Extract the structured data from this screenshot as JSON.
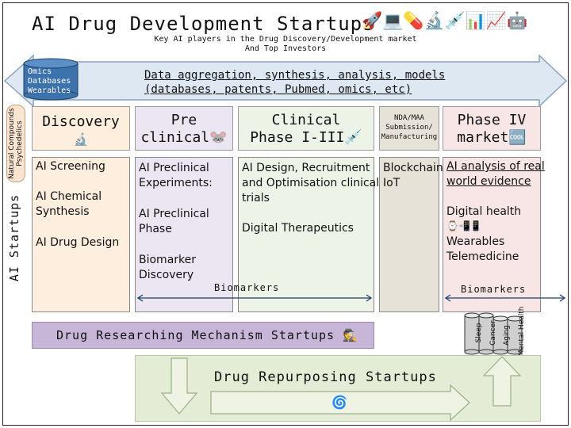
{
  "title": "AI Drug Development Startups",
  "title_emojis": "🚀💻💊🔬💉📊📈🤖",
  "subtitle": {
    "line1": "Key AI players in the Drug Discovery/Development market",
    "line2": "And Top Investors"
  },
  "data_arrow": {
    "line1": "Data aggregation, synthesis, analysis, models",
    "line2": "(databases, patents, Pubmed, omics, etc)"
  },
  "data_cylinder": [
    "Omics",
    "Databases",
    "Wearables"
  ],
  "side_bar": {
    "line1": "Natural Compounds",
    "line2": "Psychedelics"
  },
  "ai_startups_label": "AI Startups",
  "phases": [
    {
      "line1": "Discovery",
      "line2": "🔬"
    },
    {
      "line1": "Pre",
      "line2": "clinical🐭"
    },
    {
      "line1": "Clinical",
      "line2": "Phase I-III💉"
    },
    {
      "line1": "NDA/MAA",
      "line2": "Submission/",
      "line3": "Manufacturing"
    },
    {
      "line1": "Phase IV",
      "line2": "market🆒"
    }
  ],
  "columns": {
    "discovery": [
      "AI Screening",
      "AI Chemical",
      "Synthesis",
      "AI Drug Design"
    ],
    "preclinical": [
      "AI Preclinical",
      "Experiments:",
      "AI Preclinical",
      "Phase",
      "Biomarker",
      "Discovery"
    ],
    "clinical": [
      "AI Design, Recruitment",
      "and Optimisation clinical",
      "trials",
      "Digital Therapeutics"
    ],
    "nda": [
      "Blockchain",
      "IoT"
    ],
    "phase4": [
      "AI analysis of real",
      "world evidence",
      "Digital health",
      "⌚📲📱",
      "Wearables",
      "Telemedicine"
    ]
  },
  "biomarkers_label": "Biomarkers",
  "biomarkers_label_right": "Biomarkers",
  "mechanism_bar": "Drug Researching Mechanism Startups 🕵️",
  "repurposing": {
    "label": "Drug Repurposing Startups",
    "icon": "🌀"
  },
  "disease_cylinders": [
    "Sleep",
    "Cancer",
    "Aging",
    "Mental Health"
  ],
  "colors": {
    "data_arrow": "#dde8f3",
    "cylinder_blue": "#3d73ad",
    "discovery": "#fdeede",
    "preclinical": "#ece6f3",
    "clinical": "#eef3e7",
    "nda": "#e6e2d7",
    "phase4": "#f8e6e6",
    "mechanism": "#c8b6d8",
    "repurposing": "#e5ecd5"
  }
}
